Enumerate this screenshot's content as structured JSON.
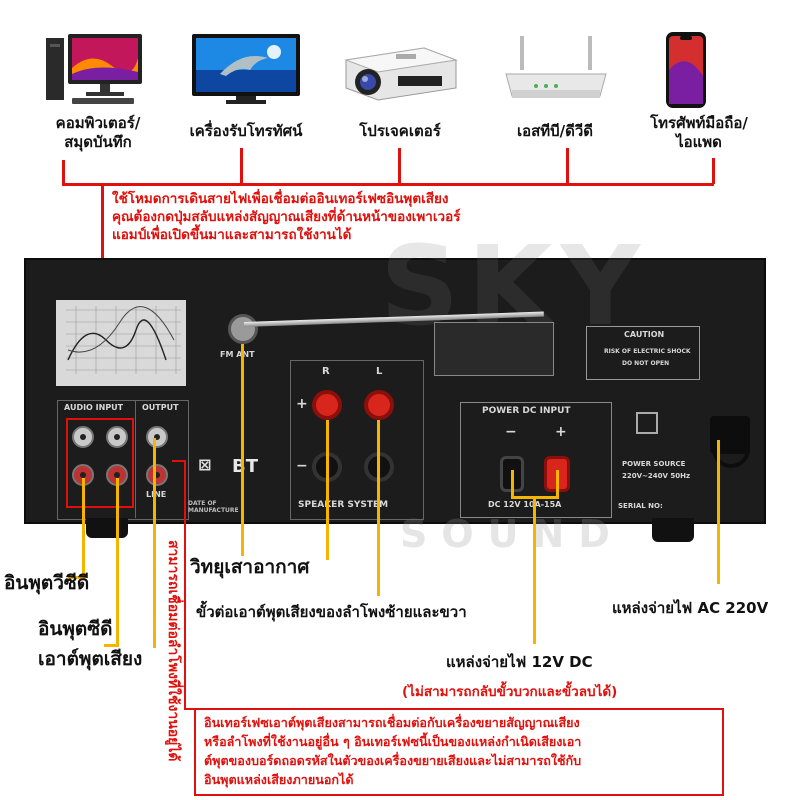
{
  "devices": [
    {
      "icon": "computer-icon",
      "label_line1": "คอมพิวเตอร์/",
      "label_line2": "สมุดบันทึก"
    },
    {
      "icon": "tv-icon",
      "label_line1": "เครื่องรับโทรทัศน์",
      "label_line2": ""
    },
    {
      "icon": "projector-icon",
      "label_line1": "โปรเจคเตอร์",
      "label_line2": ""
    },
    {
      "icon": "router-icon",
      "label_line1": "เอสทีบี/ดีวีดี",
      "label_line2": ""
    },
    {
      "icon": "phone-icon",
      "label_line1": "โทรศัพท์มือถือ/",
      "label_line2": "ไอแพด"
    }
  ],
  "top_note": {
    "line1": "ใช้โหมดการเดินสายไฟเพื่อเชื่อมต่ออินเทอร์เฟซอินพุตเสียง",
    "line2": "คุณต้องกดปุ่มสลับแหล่งสัญญาณเสียงที่ด้านหน้าของเพาเวอร์",
    "line3": "แอมป์เพื่อเปิดขึ้นมาและสามารถใช้งานได้"
  },
  "panel": {
    "audio_input": "AUDIO INPUT",
    "output": "OUTPUT",
    "line": "LINE",
    "fm_ant": "FM ANT",
    "speaker_system": "SPEAKER SYSTEM",
    "power_dc_input": "POWER DC INPUT",
    "dc_spec": "DC 12V 10A-15A",
    "caution": "CAUTION",
    "caution_text1": "RISK OF ELECTRIC SHOCK",
    "caution_text2": "DO NOT OPEN",
    "power_source": "POWER SOURCE",
    "power_range": "220V~240V  50Hz",
    "serial": "SERIAL NO:",
    "bt": "BT",
    "date": "DATE OF MANUFACTURE",
    "r": "R",
    "l": "L",
    "plus": "+",
    "minus": "−",
    "watermark_top": "SKY",
    "watermark_bottom": "SOUND"
  },
  "callouts": {
    "vcd_input": "อินพุตวีซีดี",
    "cd_input_line1": "อินพุตซีดี",
    "cd_input_line2": "เอาต์พุตเสียง",
    "radio_antenna": "วิทยุเสาอากาศ",
    "speaker_output": "ขั้วต่อเอาต์พุตเสียงของลำโพงซ้ายและขวา",
    "ac_power": "แหล่งจ่ายไฟ AC 220V",
    "dc_power": "แหล่งจ่ายไฟ 12V DC",
    "dc_note": "(ไม่สามารถกลับขั้วบวกและขั้วลบได้)",
    "vertical_note": "สามารถเชื่อมต่อลำโพงที่ใช้งานอยู่ได้"
  },
  "bottom_note": {
    "line1": "อินเทอร์เฟซเอาต์พุตเสียงสามารถเชื่อมต่อกับเครื่องขยายสัญญาณเสียง",
    "line2": "หรือลำโพงที่ใช้งานอยู่อื่น ๆ อินเทอร์เฟซนี้เป็นของแหล่งกำเนิดเสียงเอา",
    "line3": "ต์พุตของบอร์ดถอดรหัสในตัวของเครื่องขยายเสียงและไม่สามารถใช้กับ",
    "line4": "อินพุตแหล่งเสียงภายนอกได้"
  },
  "colors": {
    "accent_red": "#e0100c",
    "accent_yellow": "#f4b400",
    "chassis": "#1c1c1c"
  }
}
